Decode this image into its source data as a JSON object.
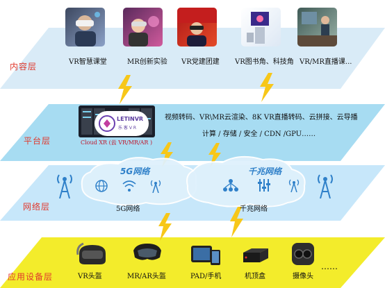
{
  "layers": {
    "content": {
      "label": "内容层",
      "items": [
        {
          "caption": "VR智慧课堂",
          "icon": "vr-classroom-photo"
        },
        {
          "caption": "MR创新实验",
          "icon": "mr-experiment-photo"
        },
        {
          "caption": "VR党建团建",
          "icon": "party-building-photo"
        },
        {
          "caption": "VR图书角、科技角",
          "icon": "library-corner-photo"
        },
        {
          "caption": "VR/MR直播课...",
          "icon": "live-class-photo"
        }
      ]
    },
    "platform": {
      "label": "平台层",
      "logo_text": "LETINVR",
      "logo_sub": "乐 客 V R",
      "cloud_label": "Cloud XR  (云 VR/MR/AR )",
      "services_line1": "视频转码、VR\\MR云渲染、8K VR直播转码、云拼接、云导播",
      "services_line2": "计算 / 存储  / 安全 / CDN /GPU……"
    },
    "network": {
      "label": "网络层",
      "clouds": [
        {
          "title": "5G网络",
          "caption": "5G网络"
        },
        {
          "title": "千兆网络",
          "caption": "千兆网络"
        }
      ]
    },
    "devices": {
      "label": "应用设备层",
      "items": [
        {
          "caption": "VR头盔",
          "icon": "vr-headset-icon"
        },
        {
          "caption": "MR/AR头盔",
          "icon": "ar-headset-icon"
        },
        {
          "caption": "PAD/手机",
          "icon": "pad-phone-icon"
        },
        {
          "caption": "机顶盒",
          "icon": "set-top-box-icon"
        },
        {
          "caption": "摄像头",
          "icon": "camera-icon"
        }
      ],
      "more": "……"
    }
  },
  "colors": {
    "content_band": "#d9ebf7",
    "platform_band": "#a7dcf2",
    "network_band": "#c7e7fa",
    "device_band": "#f3ec2b",
    "label_red": "#e0392d",
    "bolt_yellow": "#f7c719",
    "network_blue": "#2f80c9"
  }
}
